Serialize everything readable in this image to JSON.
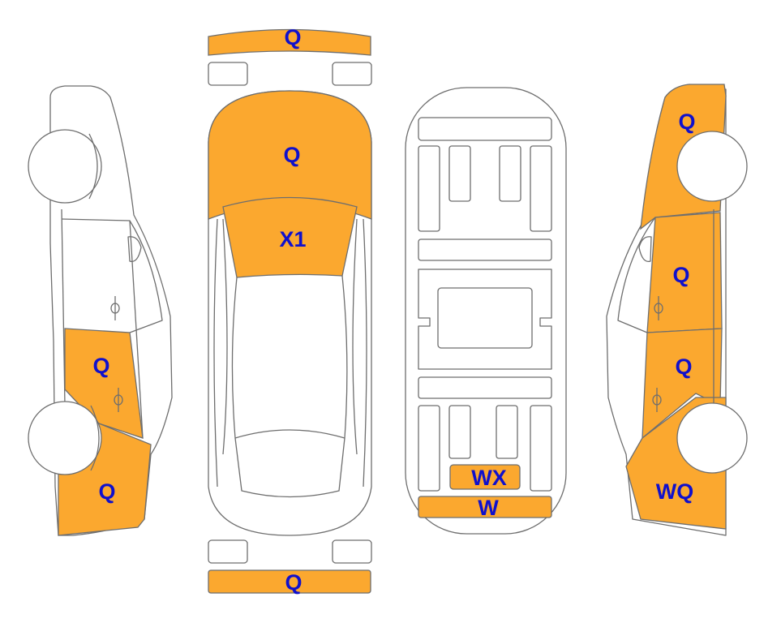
{
  "colors": {
    "damage_fill": "#fba82f",
    "code_text": "#1010cc",
    "outline": "#6e6e6e"
  },
  "codes": {
    "front_bumper": "Q",
    "hood": "Q",
    "windshield": "X1",
    "rear_bumper": "Q",
    "trunk_panel": "WX",
    "trunk_lid": "W",
    "left_rear_door": "Q",
    "left_rear_fender": "Q",
    "right_front_fender": "Q",
    "right_front_door": "Q",
    "right_rear_door": "Q",
    "right_rear_fender": "WQ"
  }
}
